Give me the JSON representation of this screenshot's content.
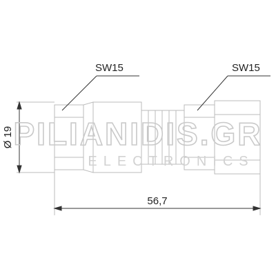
{
  "labels": {
    "sw_left": "SW15",
    "sw_right": "SW15",
    "diameter": "Ø 19",
    "length": "56,7"
  },
  "watermark": {
    "brand": "PILIANIDIS.GR",
    "sub": "ELECTRONICS"
  },
  "colors": {
    "line": "#333333",
    "part": "#bbbbbb",
    "watermark": "#c9c9c9"
  }
}
